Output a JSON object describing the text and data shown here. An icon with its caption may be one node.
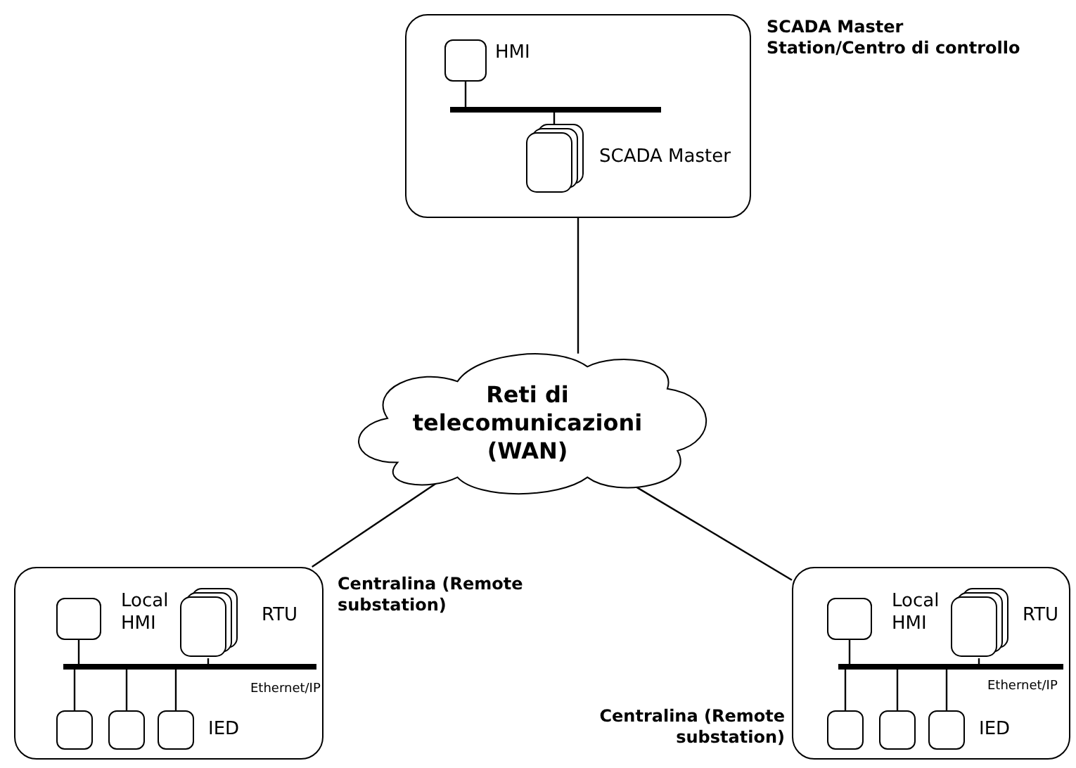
{
  "diagram": {
    "nodes": [
      {
        "text": [
          "SCADA Master Station/Centro di controllo"
        ]
      },
      {
        "text": [
          "HMI"
        ],
        "in": 0
      },
      {
        "text": [],
        "shape": "bar",
        "in": 0
      },
      {
        "text": [
          "SCADA Master"
        ],
        "in": 0
      },
      {
        "text": [
          "Reti di telecomunicazioni (WAN)"
        ]
      },
      {
        "text": [
          "Centralina (Remote substation)"
        ]
      },
      {
        "text": [
          "Local HMI"
        ],
        "in": 5
      },
      {
        "text": [
          "RTU"
        ],
        "in": 5
      },
      {
        "text": [],
        "shape": "bar",
        "in": 5
      },
      {
        "text": [],
        "shape": "box",
        "in": 5
      },
      {
        "text": [],
        "shape": "box",
        "in": 5
      },
      {
        "text": [],
        "shape": "box",
        "in": 5
      },
      {
        "text": [
          "Centralina (Remote substation)"
        ]
      },
      {
        "text": [
          "Local HMI"
        ],
        "in": 12
      },
      {
        "text": [
          "RTU"
        ],
        "in": 12
      },
      {
        "text": [],
        "shape": "bar",
        "in": 12
      },
      {
        "text": [],
        "shape": "box",
        "in": 12
      },
      {
        "text": [],
        "shape": "box",
        "in": 12
      },
      {
        "text": [],
        "shape": "box",
        "in": 12
      }
    ],
    "edges": [
      {
        "from": 1,
        "to": 2,
        "arrow": "none"
      },
      {
        "from": 2,
        "to": 3,
        "arrow": "none"
      },
      {
        "from": 0,
        "to": 4,
        "arrow": "none"
      },
      {
        "from": 4,
        "to": 5,
        "arrow": "none"
      },
      {
        "from": 4,
        "to": 12,
        "arrow": "none"
      },
      {
        "from": 6,
        "to": 8,
        "arrow": "none"
      },
      {
        "from": 7,
        "to": 8,
        "arrow": "none"
      },
      {
        "from": 8,
        "to": 9,
        "arrow": "none"
      },
      {
        "from": 8,
        "to": 10,
        "arrow": "none"
      },
      {
        "from": 8,
        "to": 11,
        "arrow": "none"
      },
      {
        "from": 13,
        "to": 15,
        "arrow": "none"
      },
      {
        "from": 14,
        "to": 15,
        "arrow": "none"
      },
      {
        "from": 15,
        "to": 16,
        "arrow": "none"
      },
      {
        "from": 15,
        "to": 17,
        "arrow": "none"
      },
      {
        "from": 15,
        "to": 18,
        "arrow": "none"
      }
    ],
    "labels": [
      "Ethernet/IP",
      "IED",
      "Ethernet/IP",
      "IED"
    ]
  }
}
